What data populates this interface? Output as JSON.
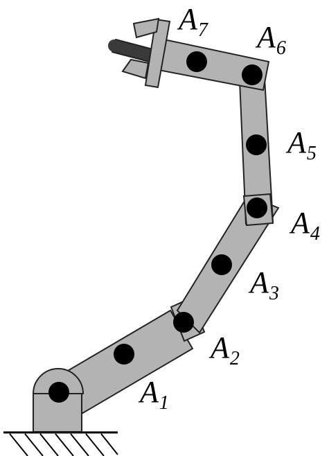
{
  "diagram": {
    "link_labels": [
      {
        "id": "A1",
        "base": "A",
        "sub": "1"
      },
      {
        "id": "A2",
        "base": "A",
        "sub": "2"
      },
      {
        "id": "A3",
        "base": "A",
        "sub": "3"
      },
      {
        "id": "A4",
        "base": "A",
        "sub": "4"
      },
      {
        "id": "A5",
        "base": "A",
        "sub": "5"
      },
      {
        "id": "A6",
        "base": "A",
        "sub": "6"
      },
      {
        "id": "A7",
        "base": "A",
        "sub": "7"
      }
    ]
  },
  "colors": {
    "link_fill": "#b3b3b3",
    "outline": "#222222",
    "joint": "#000000",
    "tool": "#3a3a3a",
    "background": "#ffffff"
  }
}
